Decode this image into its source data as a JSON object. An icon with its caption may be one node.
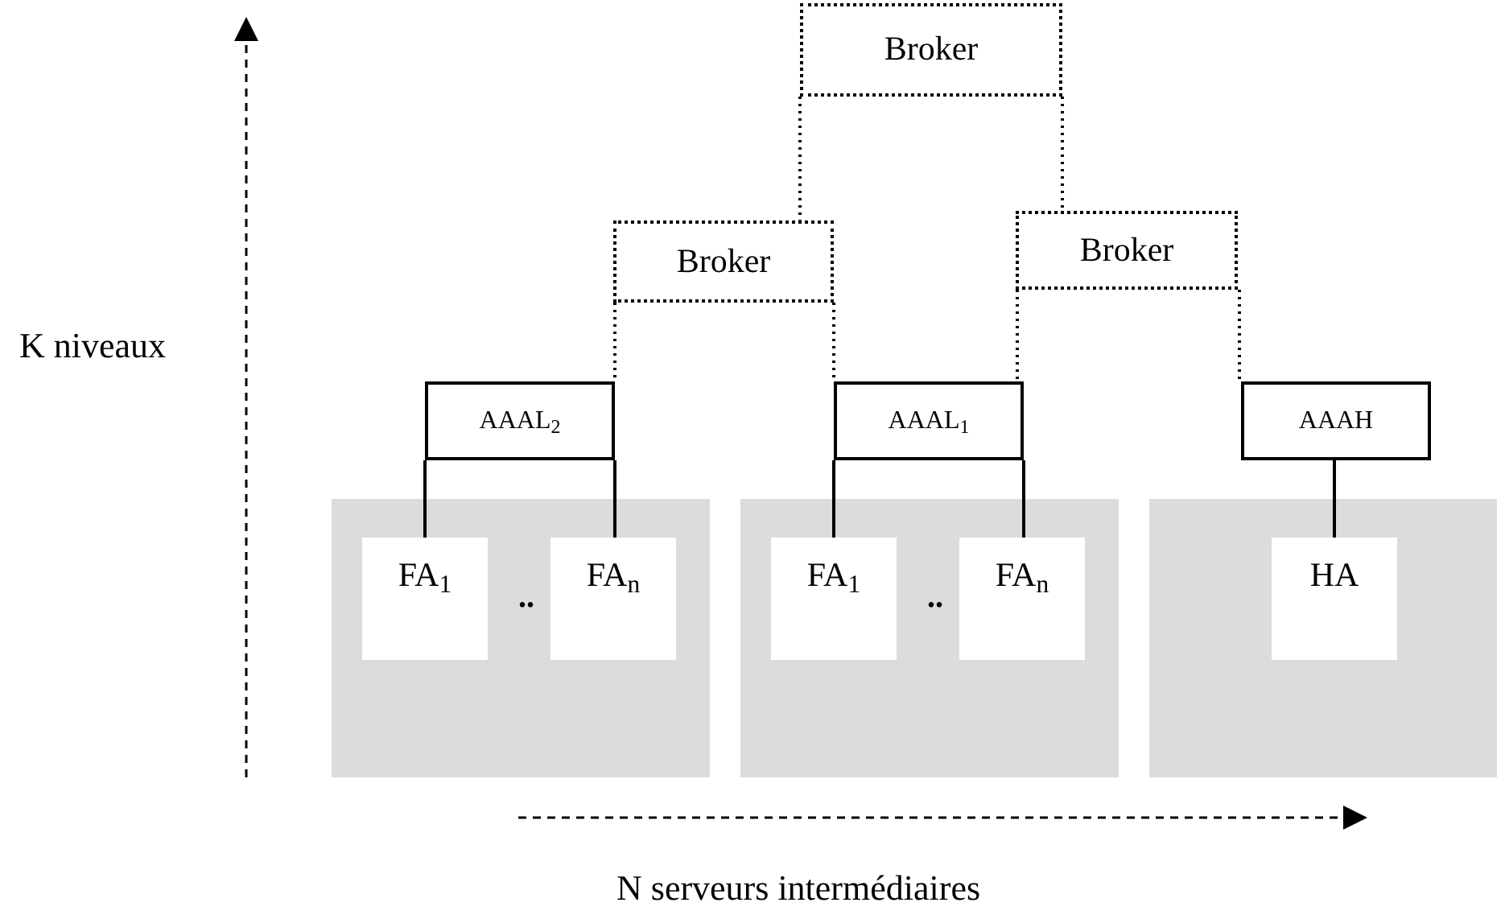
{
  "diagram": {
    "nodes": [
      {
        "text": [
          "Broker"
        ]
      },
      {
        "text": [
          "Broker"
        ]
      },
      {
        "text": [
          "Broker"
        ]
      },
      {
        "text": [
          "AAAL$_{2}$"
        ]
      },
      {
        "text": [
          "AAAL$_{1}$"
        ]
      },
      {
        "text": [
          "AAAH"
        ]
      },
      {
        "text": [],
        "shape": "box"
      },
      {
        "text": [
          "FA$_{1}$"
        ],
        "in": 6
      },
      {
        "text": [
          "FA$_{n}$"
        ],
        "in": 6
      },
      {
        "text": [],
        "shape": "box"
      },
      {
        "text": [
          "FA$_{1}$"
        ],
        "in": 9
      },
      {
        "text": [
          "FA$_{n}$"
        ],
        "in": 9
      },
      {
        "text": [],
        "shape": "box"
      },
      {
        "text": [
          "HA"
        ],
        "in": 12
      }
    ],
    "edges": [
      {
        "from": 0,
        "to": 1,
        "arrow": "none",
        "style": "dashed"
      },
      {
        "from": 0,
        "to": 2,
        "arrow": "none",
        "style": "dashed"
      },
      {
        "from": 1,
        "to": 3,
        "arrow": "none",
        "style": "dashed"
      },
      {
        "from": 1,
        "to": 4,
        "arrow": "none",
        "style": "dashed"
      },
      {
        "from": 2,
        "to": 4,
        "arrow": "none",
        "style": "dashed"
      },
      {
        "from": 2,
        "to": 5,
        "arrow": "none",
        "style": "dashed"
      },
      {
        "from": 3,
        "to": 7,
        "arrow": "none"
      },
      {
        "from": 3,
        "to": 8,
        "arrow": "none"
      },
      {
        "from": 4,
        "to": 10,
        "arrow": "none"
      },
      {
        "from": 4,
        "to": 11,
        "arrow": "none"
      },
      {
        "from": 5,
        "to": 13,
        "arrow": "none"
      }
    ],
    "labels": [
      "K niveaux",
      "..",
      "..",
      "N serveurs intermédiaires"
    ]
  }
}
